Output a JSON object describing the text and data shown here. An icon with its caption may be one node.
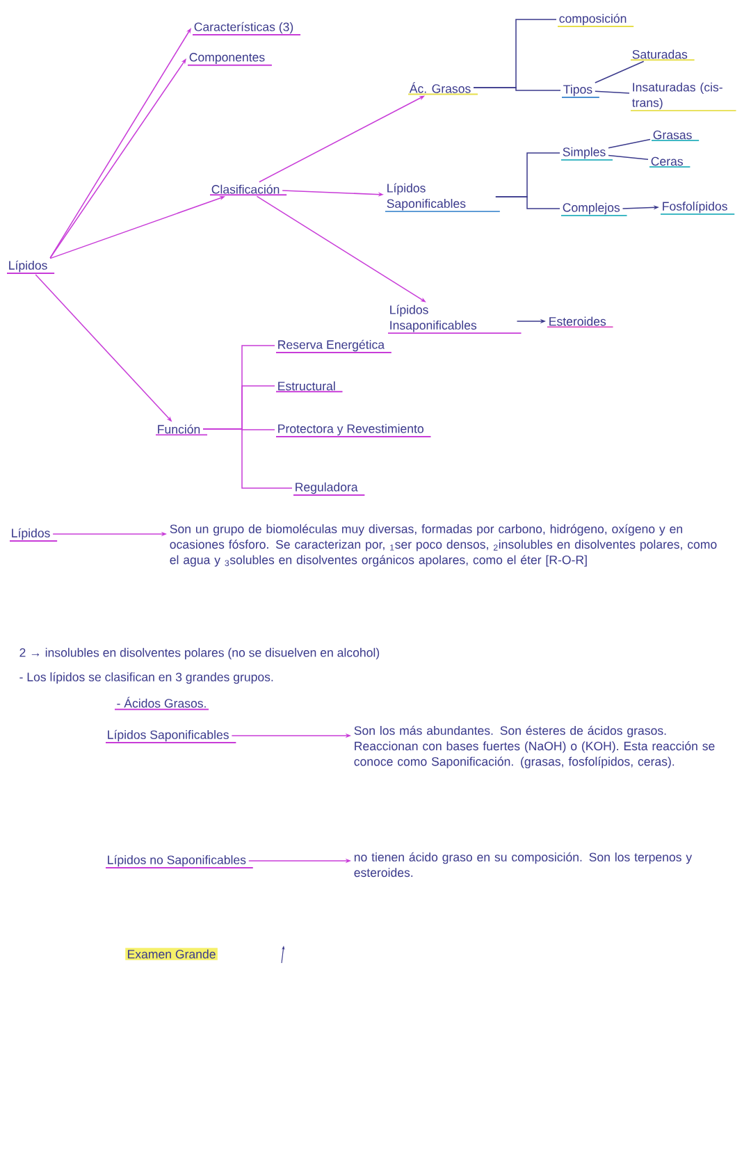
{
  "diagram": {
    "nodes": [
      {
        "text": [
          "Lípidos"
        ]
      },
      {
        "text": [
          "Características (3)"
        ]
      },
      {
        "text": [
          "Componentes"
        ]
      },
      {
        "text": [
          "Clasificación"
        ]
      },
      {
        "text": [
          "Función"
        ]
      },
      {
        "text": [
          "Ác. Grasos"
        ]
      },
      {
        "text": [
          "Lípidos Saponificables"
        ]
      },
      {
        "text": [
          "Lípidos Insaponificables"
        ]
      },
      {
        "text": [
          "Esteroides"
        ]
      },
      {
        "text": [
          "composición"
        ]
      },
      {
        "text": [
          "Tipos"
        ]
      },
      {
        "text": [
          "Saturadas"
        ]
      },
      {
        "text": [
          "Insaturadas (cis-trans)"
        ]
      },
      {
        "text": [
          "Simples"
        ]
      },
      {
        "text": [
          "Grasas"
        ]
      },
      {
        "text": [
          "Ceras"
        ]
      },
      {
        "text": [
          "Complejos"
        ]
      },
      {
        "text": [
          "Fosfolípidos"
        ]
      },
      {
        "text": [
          "Reserva Energética"
        ]
      },
      {
        "text": [
          "Estructural"
        ]
      },
      {
        "text": [
          "Protectora y Revestimiento"
        ]
      },
      {
        "text": [
          "Reguladora"
        ]
      },
      {
        "text": [
          "Lípidos"
        ]
      },
      {
        "text": [
          "Son un grupo de biomoléculas muy diversas, formadas por carbono, hidrógeno, oxígeno y en ocasiones fósforo. Se caracterizan por, $_{1}$ser poco densos, $_{2}$insolubles en disolventes polares, como el agua y $_{3}$solubles en disolventes orgánicos apolares, como el éter [R-O-R]"
        ]
      },
      {
        "text": [
          "Lípidos Saponificables"
        ]
      },
      {
        "text": [
          "Son los más abundantes. Son ésteres de ácidos grasos. Reaccionan con bases fuertes (NaOH) o (KOH). Esta reacción se conoce como Saponificación. (grasas, fosfolípidos, ceras)."
        ]
      },
      {
        "text": [
          "Lípidos no Saponificables"
        ]
      },
      {
        "text": [
          "no tienen ácido graso en su composición. Son los terpenos y esteroides."
        ]
      }
    ],
    "edges": [
      {
        "from": 0,
        "to": 1,
        "arrow": "to"
      },
      {
        "from": 0,
        "to": 2,
        "arrow": "to"
      },
      {
        "from": 0,
        "to": 3,
        "arrow": "to"
      },
      {
        "from": 0,
        "to": 4,
        "arrow": "to"
      },
      {
        "from": 3,
        "to": 5,
        "arrow": "to"
      },
      {
        "from": 3,
        "to": 6,
        "arrow": "to"
      },
      {
        "from": 3,
        "to": 7,
        "arrow": "to"
      },
      {
        "from": 7,
        "to": 8,
        "arrow": "to",
        "color": "#3b3a8c"
      },
      {
        "from": 5,
        "to": 9,
        "arrow": "none",
        "color": "#3b3a8c"
      },
      {
        "from": 5,
        "to": 10,
        "arrow": "none",
        "color": "#3b3a8c"
      },
      {
        "from": 10,
        "to": 11,
        "arrow": "none",
        "color": "#3b3a8c"
      },
      {
        "from": 10,
        "to": 12,
        "arrow": "none",
        "color": "#3b3a8c"
      },
      {
        "from": 6,
        "to": 13,
        "arrow": "none",
        "color": "#3b3a8c"
      },
      {
        "from": 6,
        "to": 16,
        "arrow": "none",
        "color": "#3b3a8c"
      },
      {
        "from": 13,
        "to": 14,
        "arrow": "none",
        "color": "#3b3a8c"
      },
      {
        "from": 13,
        "to": 15,
        "arrow": "none",
        "color": "#3b3a8c"
      },
      {
        "from": 16,
        "to": 17,
        "arrow": "to",
        "color": "#3b3a8c"
      },
      {
        "from": 4,
        "to": 18,
        "arrow": "none"
      },
      {
        "from": 4,
        "to": 19,
        "arrow": "none"
      },
      {
        "from": 4,
        "to": 20,
        "arrow": "none"
      },
      {
        "from": 4,
        "to": 21,
        "arrow": "none"
      },
      {
        "from": 22,
        "to": 23,
        "arrow": "to"
      },
      {
        "from": 24,
        "to": 25,
        "arrow": "to"
      },
      {
        "from": 26,
        "to": 27,
        "arrow": "to"
      }
    ],
    "labels": [
      "2 → insolubles en disolventes polares (no se disuelven en alcohol)",
      "- Los lípidos se clasifican en 3 grandes grupos.",
      "- Ácidos Grasos.",
      "Examen Grande"
    ]
  }
}
